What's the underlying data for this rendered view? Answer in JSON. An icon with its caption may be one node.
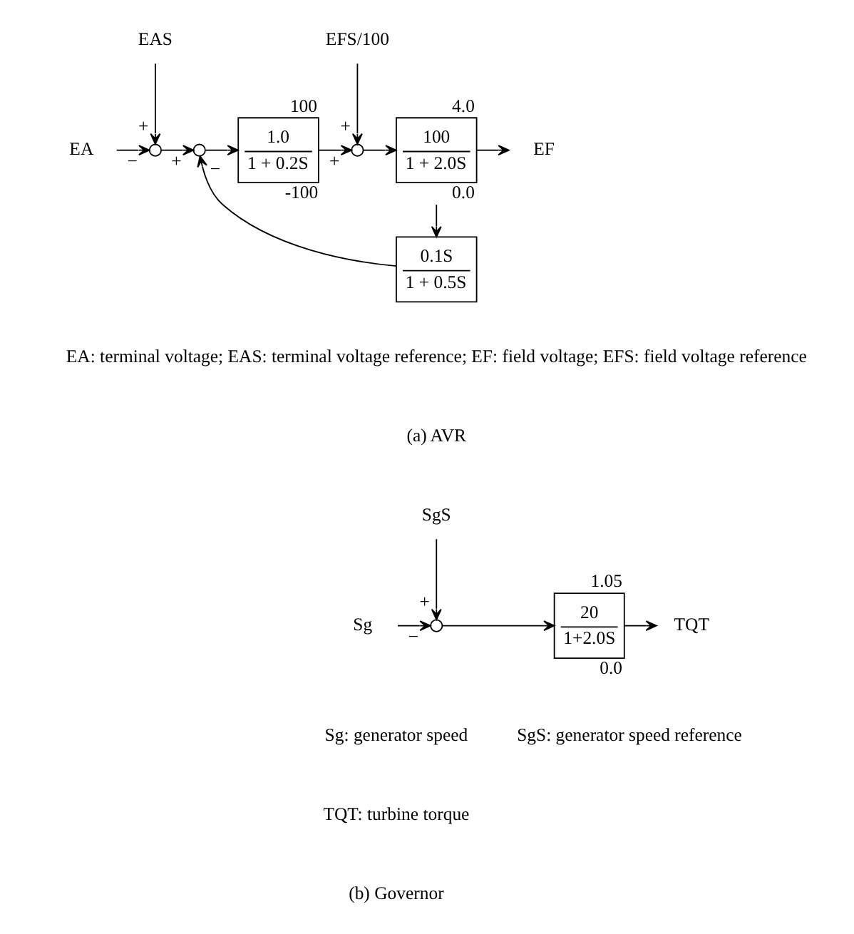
{
  "diagram": {
    "nodes": [
      {
        "text": [
          "EA"
        ]
      },
      {
        "text": [
          "EAS"
        ]
      },
      {
        "text": [],
        "shape": "circle"
      },
      {
        "text": [],
        "shape": "circle"
      },
      {
        "text": [
          "1.0",
          "1 + 0.2S"
        ],
        "beside": [
          "100",
          "-100"
        ]
      },
      {
        "text": [
          "EFS/100"
        ]
      },
      {
        "text": [],
        "shape": "circle"
      },
      {
        "text": [
          "100",
          "1 + 2.0S"
        ],
        "beside": [
          "4.0",
          "0.0"
        ]
      },
      {
        "text": [
          "EF"
        ]
      },
      {
        "text": [
          "0.1S",
          "1 + 0.5S"
        ]
      },
      {
        "text": [
          "SgS"
        ]
      },
      {
        "text": [
          "Sg"
        ]
      },
      {
        "text": [],
        "shape": "circle"
      },
      {
        "text": [
          "20",
          "1+2.0S"
        ],
        "beside": [
          "1.05",
          "0.0"
        ]
      },
      {
        "text": [
          "TQT"
        ]
      }
    ],
    "edges": [
      {
        "from": 0,
        "to": 2,
        "arrow": "to",
        "label": "−"
      },
      {
        "from": 1,
        "to": 2,
        "arrow": "to",
        "label": "+"
      },
      {
        "from": 2,
        "to": 3,
        "arrow": "to",
        "label": "+"
      },
      {
        "from": 3,
        "to": 4,
        "arrow": "to"
      },
      {
        "from": 4,
        "to": 6,
        "arrow": "to",
        "label": "+"
      },
      {
        "from": 5,
        "to": 6,
        "arrow": "to",
        "label": "+"
      },
      {
        "from": 6,
        "to": 7,
        "arrow": "to"
      },
      {
        "from": 7,
        "to": 8,
        "arrow": "to"
      },
      {
        "from": 7,
        "to": 9,
        "arrow": "to"
      },
      {
        "from": 9,
        "to": 3,
        "arrow": "to",
        "label": "−"
      },
      {
        "from": 11,
        "to": 12,
        "arrow": "to",
        "label": "−"
      },
      {
        "from": 10,
        "to": 12,
        "arrow": "to",
        "label": "+"
      },
      {
        "from": 12,
        "to": 13,
        "arrow": "to"
      },
      {
        "from": 13,
        "to": 14,
        "arrow": "to"
      }
    ],
    "labels": [
      "EA: terminal voltage; EAS: terminal voltage reference; EF: field voltage; EFS: field voltage reference",
      "(a) AVR",
      "Sg: generator speed",
      "SgS: generator speed reference",
      "TQT: turbine torque",
      "(b) Governor"
    ]
  }
}
